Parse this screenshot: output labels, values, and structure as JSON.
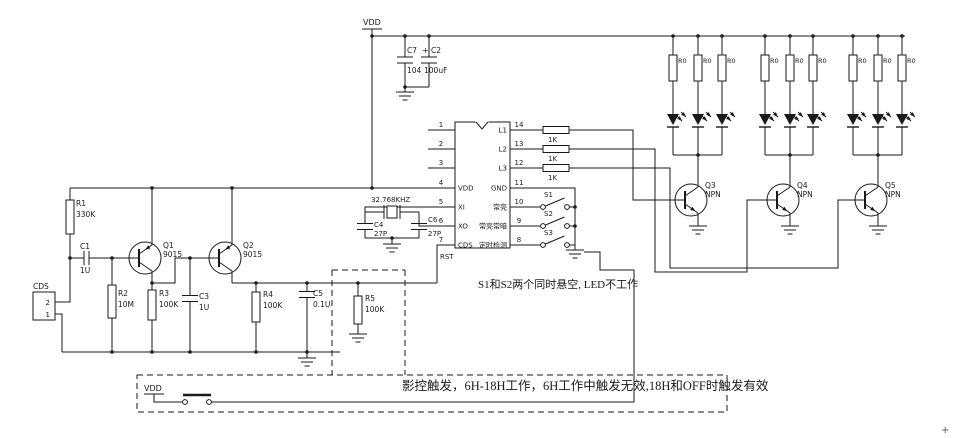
{
  "power": {
    "vdd_top": "VDD",
    "vdd_trigger": "VDD"
  },
  "capacitors": {
    "c7": {
      "ref": "C7",
      "value": "104"
    },
    "c2": {
      "ref": "C2",
      "value": "100uF",
      "polarity": "+"
    },
    "c1": {
      "ref": "C1",
      "value": "1U"
    },
    "c3": {
      "ref": "C3",
      "value": "1U"
    },
    "c5": {
      "ref": "C5",
      "value": "0.1U"
    },
    "c4": {
      "ref": "C4",
      "value": "27P"
    },
    "c6": {
      "ref": "C6",
      "value": "27P"
    }
  },
  "resistors": {
    "r1": {
      "ref": "R1",
      "value": "330K"
    },
    "r2": {
      "ref": "R2",
      "value": "10M"
    },
    "r3": {
      "ref": "R3",
      "value": "100K"
    },
    "r4": {
      "ref": "R4",
      "value": "100K"
    },
    "r5": {
      "ref": "R5",
      "value": "100K"
    }
  },
  "base_resistors": [
    "1K",
    "1K",
    "1K"
  ],
  "led_array": {
    "resistor_ref": "R0",
    "groups": 3,
    "leds_per_group": 3
  },
  "transistors": {
    "q1": {
      "ref": "Q1",
      "type": "9015"
    },
    "q2": {
      "ref": "Q2",
      "type": "9015"
    },
    "q3": {
      "ref": "Q3",
      "type": "NPN"
    },
    "q4": {
      "ref": "Q4",
      "type": "NPN"
    },
    "q5": {
      "ref": "Q5",
      "type": "NPN"
    }
  },
  "sensor": {
    "ref": "CDS",
    "pins": [
      "2",
      "1"
    ]
  },
  "crystal": {
    "value": "32.768KHZ"
  },
  "ic": {
    "left_pins": [
      {
        "num": "1",
        "label": ""
      },
      {
        "num": "2",
        "label": ""
      },
      {
        "num": "3",
        "label": ""
      },
      {
        "num": "4",
        "label": "VDD"
      },
      {
        "num": "5",
        "label": "XI"
      },
      {
        "num": "6",
        "label": "XO"
      },
      {
        "num": "7",
        "label": "CDS"
      }
    ],
    "right_pins": [
      {
        "num": "14",
        "label": "L1"
      },
      {
        "num": "13",
        "label": "L2"
      },
      {
        "num": "12",
        "label": "L3"
      },
      {
        "num": "11",
        "label": "GND"
      },
      {
        "num": "10",
        "label": "常亮"
      },
      {
        "num": "9",
        "label": "常亮常暗"
      },
      {
        "num": "8",
        "label": "定时检测"
      }
    ]
  },
  "switches": [
    {
      "ref": "S1"
    },
    {
      "ref": "S2"
    },
    {
      "ref": "S3"
    }
  ],
  "annotations": {
    "rst": "RST",
    "note1": "S1和S2两个同时悬空, LED不工作",
    "note2": "影控触发，6H-18H工作，6H工作中触发无效,18H和OFF时触发有效"
  },
  "misc": {
    "corner_mark": "+"
  },
  "colors": {
    "wire": "#1a1a1a",
    "background": "#ffffff"
  }
}
